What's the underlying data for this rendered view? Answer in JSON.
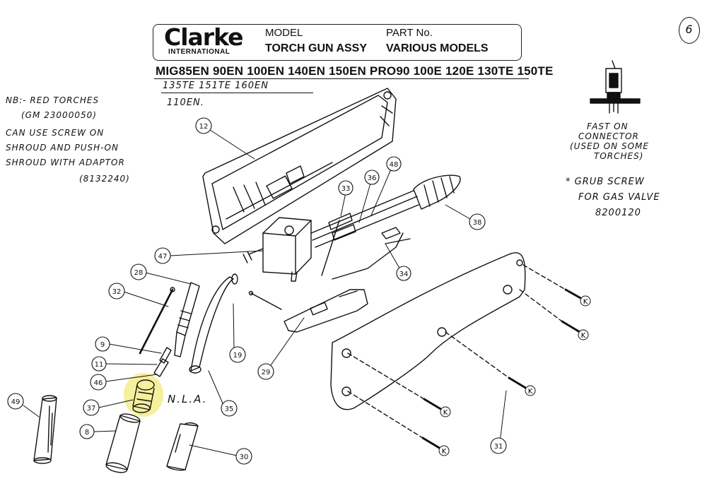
{
  "header": {
    "brand": "Clarke",
    "brand_sub": "INTERNATIONAL",
    "model_label": "MODEL",
    "model_value": "TORCH GUN ASSY",
    "part_label": "PART No.",
    "part_value": "VARIOUS MODELS",
    "models_line": "MIG85EN 90EN 100EN 140EN 150EN PRO90 100E 120E 130TE 150TE",
    "models_handwritten_1": "135TE 151TE 160EN",
    "models_handwritten_2": "110EN."
  },
  "page_mark": "6",
  "notes": {
    "left_lines": [
      "NB:- RED TORCHES",
      "(GM 23000050)",
      "CAN USE SCREW ON",
      "SHROUD AND PUSH-ON",
      "SHROUD WITH ADAPTOR",
      "(8132240)"
    ],
    "fast_on_lines": [
      "FAST ON",
      "CONNECTOR",
      "(USED ON SOME",
      "TORCHES)"
    ],
    "grub_lines": [
      "* GRUB SCREW",
      "FOR GAS VALVE",
      "8200120"
    ],
    "nla": "N.L.A."
  },
  "callouts": [
    "12",
    "47",
    "28",
    "32",
    "9",
    "11",
    "46",
    "37",
    "49",
    "8",
    "35",
    "19",
    "29",
    "30",
    "33",
    "36",
    "48",
    "38",
    "34",
    "31"
  ],
  "screw_mark": "K",
  "colors": {
    "ink": "#111111",
    "highlight": "#f4ec8a"
  }
}
